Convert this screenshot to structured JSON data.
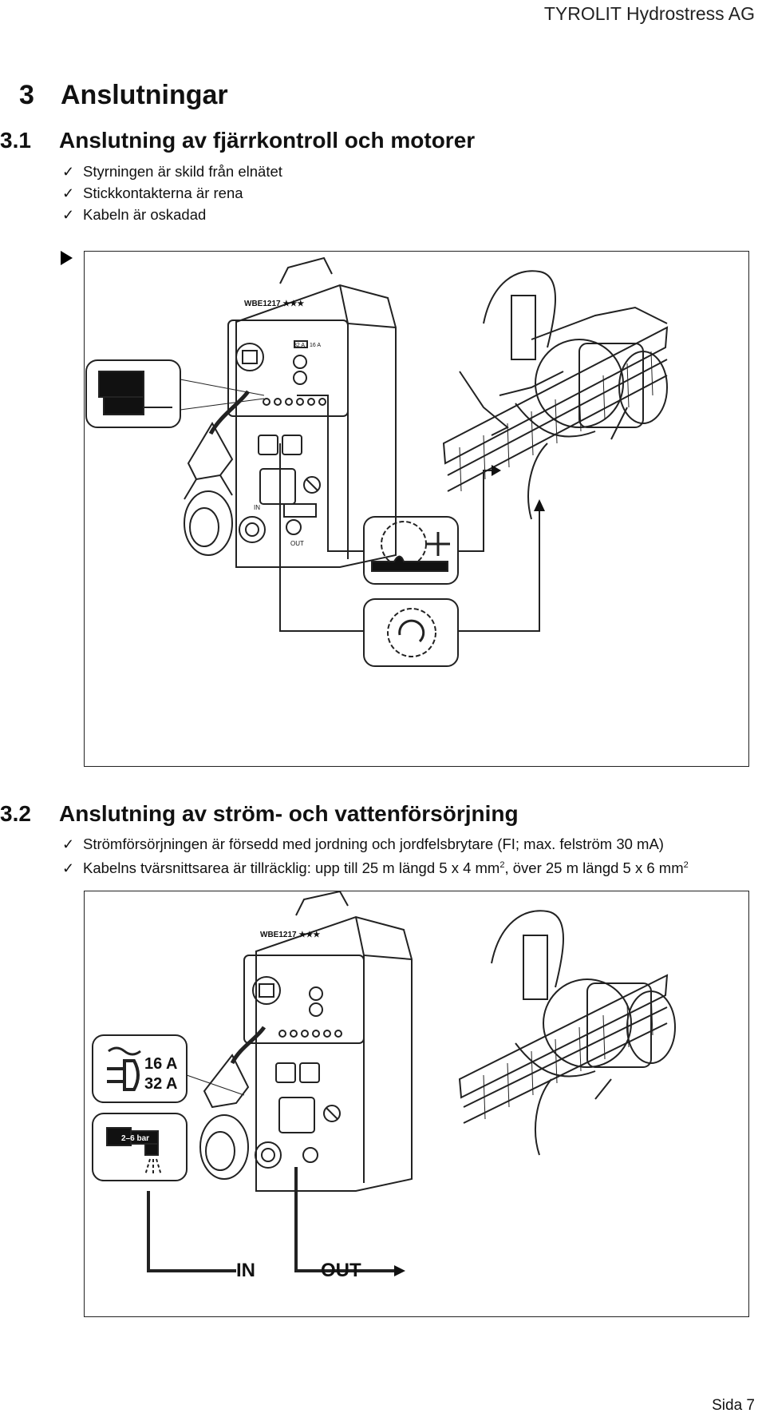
{
  "header": {
    "company": "TYROLIT Hydrostress AG"
  },
  "chapter": {
    "number": "3",
    "title": "Anslutningar"
  },
  "section1": {
    "number": "3.1",
    "title": "Anslutning av fjärrkontroll och motorer",
    "checks": [
      "Styrningen är skild från elnätet",
      "Stickkontakterna är rena",
      "Kabeln är oskadad"
    ]
  },
  "figure1": {
    "device_label": "WBE1217 ★★★",
    "fuse_labels": [
      "32 A",
      "16 A"
    ],
    "socket_in_label": "IN",
    "socket_out_label": "OUT"
  },
  "section2": {
    "number": "3.2",
    "title": "Anslutning av ström- och vattenförsörjning",
    "check1": "Strömförsörjningen är försedd med jordning och jordfelsbrytare (FI; max. felström 30 mA)",
    "check2_part1": "Kabelns tvärsnittsarea är tillräcklig: upp till 25 m längd 5 x 4 mm",
    "check2_sup1": "2",
    "check2_part2": ", över 25 m längd 5 x 6 mm",
    "check2_sup2": "2"
  },
  "figure2": {
    "device_label": "WBE1217 ★★★",
    "power_ratings": [
      "16 A",
      "32 A"
    ],
    "water_pressure": "2–6 bar",
    "flow_in": "IN",
    "flow_out": "OUT"
  },
  "footer": {
    "page": "Sida 7"
  }
}
